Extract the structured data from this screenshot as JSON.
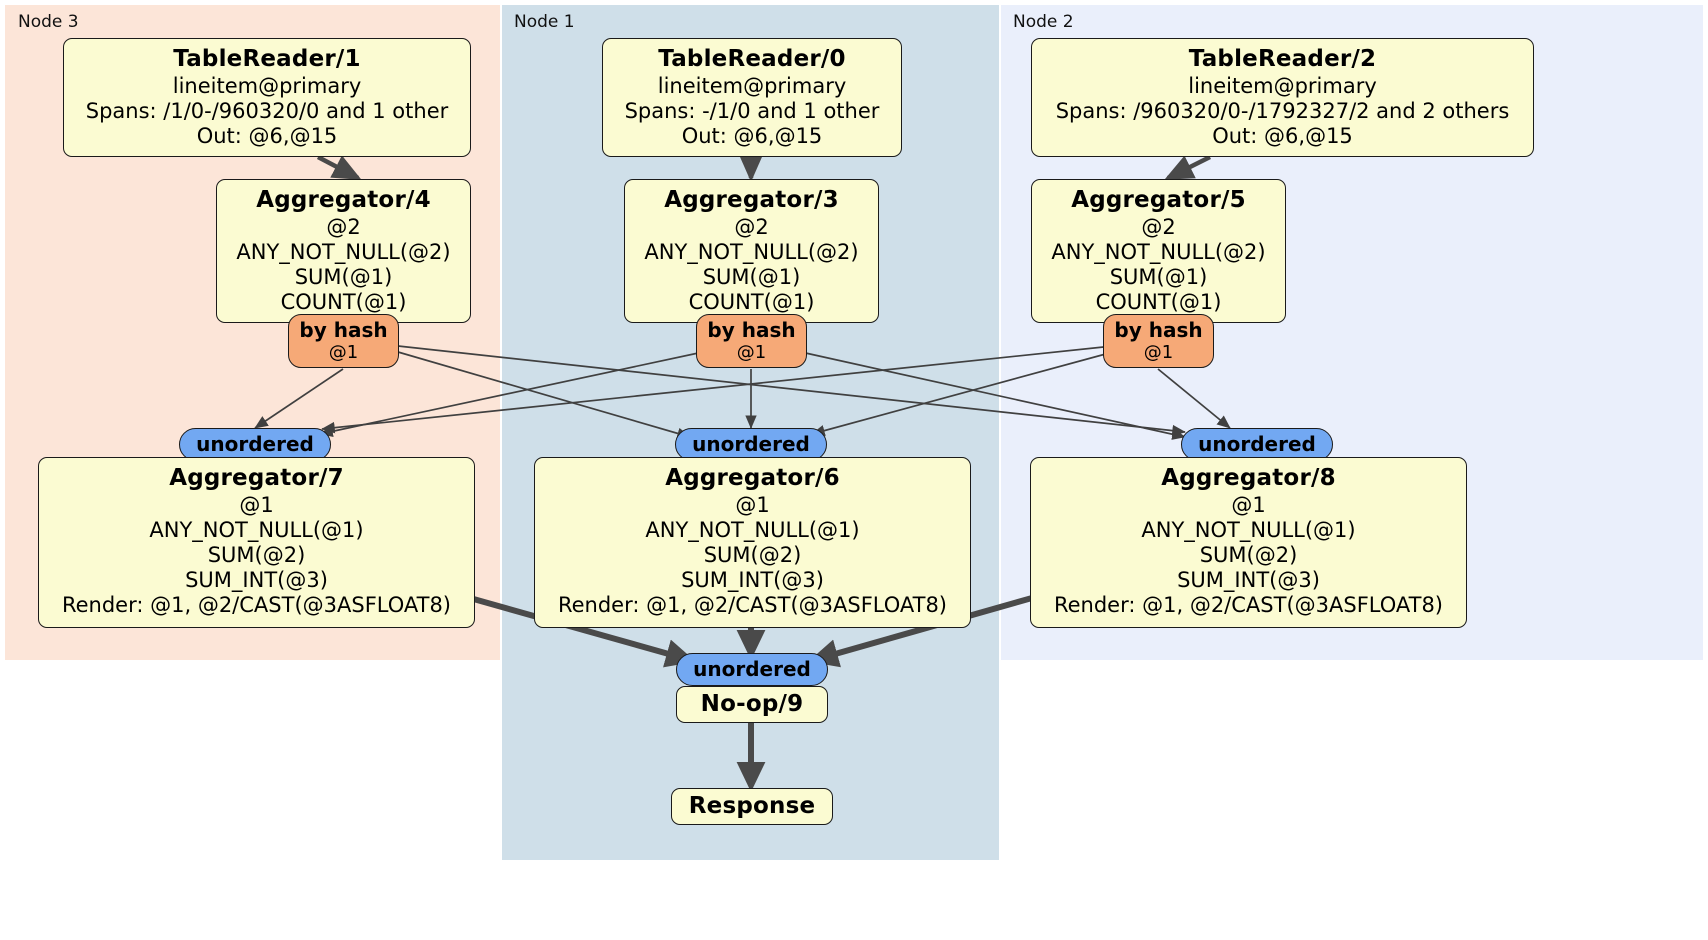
{
  "diagram": {
    "kind": "distributed-query-plan",
    "colors": {
      "node3_bg": "#fce5d8",
      "node1_bg": "#cfdfe9",
      "node2_bg": "#eaeffb",
      "box_bg": "#fbfbd2",
      "hash_badge_bg": "#f6a977",
      "unordered_badge_bg": "#72a8f2",
      "edge": "#404040"
    }
  },
  "nodes": [
    {
      "id": "node3",
      "label": "Node 3"
    },
    {
      "id": "node1",
      "label": "Node 1"
    },
    {
      "id": "node2",
      "label": "Node 2"
    }
  ],
  "processors": {
    "table_reader_1": {
      "title": "TableReader/1",
      "lines": [
        "lineitem@primary",
        "Spans: /1/0-/960320/0 and 1 other",
        "Out: @6,@15"
      ]
    },
    "table_reader_0": {
      "title": "TableReader/0",
      "lines": [
        "lineitem@primary",
        "Spans: -/1/0 and 1 other",
        "Out: @6,@15"
      ]
    },
    "table_reader_2": {
      "title": "TableReader/2",
      "lines": [
        "lineitem@primary",
        "Spans: /960320/0-/1792327/2 and 2 others",
        "Out: @6,@15"
      ]
    },
    "aggregator_4": {
      "title": "Aggregator/4",
      "lines": [
        "@2",
        "ANY_NOT_NULL(@2)",
        "SUM(@1)",
        "COUNT(@1)"
      ]
    },
    "aggregator_3": {
      "title": "Aggregator/3",
      "lines": [
        "@2",
        "ANY_NOT_NULL(@2)",
        "SUM(@1)",
        "COUNT(@1)"
      ]
    },
    "aggregator_5": {
      "title": "Aggregator/5",
      "lines": [
        "@2",
        "ANY_NOT_NULL(@2)",
        "SUM(@1)",
        "COUNT(@1)"
      ]
    },
    "aggregator_7": {
      "title": "Aggregator/7",
      "lines": [
        "@1",
        "ANY_NOT_NULL(@1)",
        "SUM(@2)",
        "SUM_INT(@3)",
        "Render: @1, @2/CAST(@3ASFLOAT8)"
      ]
    },
    "aggregator_6": {
      "title": "Aggregator/6",
      "lines": [
        "@1",
        "ANY_NOT_NULL(@1)",
        "SUM(@2)",
        "SUM_INT(@3)",
        "Render: @1, @2/CAST(@3ASFLOAT8)"
      ]
    },
    "aggregator_8": {
      "title": "Aggregator/8",
      "lines": [
        "@1",
        "ANY_NOT_NULL(@1)",
        "SUM(@2)",
        "SUM_INT(@3)",
        "Render: @1, @2/CAST(@3ASFLOAT8)"
      ]
    },
    "noop_9": {
      "title": "No-op/9",
      "lines": []
    },
    "response": {
      "title": "Response",
      "lines": []
    }
  },
  "badges": {
    "hash_left": {
      "kind": "by hash",
      "key": "@1"
    },
    "hash_mid": {
      "kind": "by hash",
      "key": "@1"
    },
    "hash_right": {
      "kind": "by hash",
      "key": "@1"
    },
    "unordered_left": {
      "kind": "unordered"
    },
    "unordered_mid": {
      "kind": "unordered"
    },
    "unordered_right": {
      "kind": "unordered"
    },
    "unordered_final": {
      "kind": "unordered"
    }
  }
}
